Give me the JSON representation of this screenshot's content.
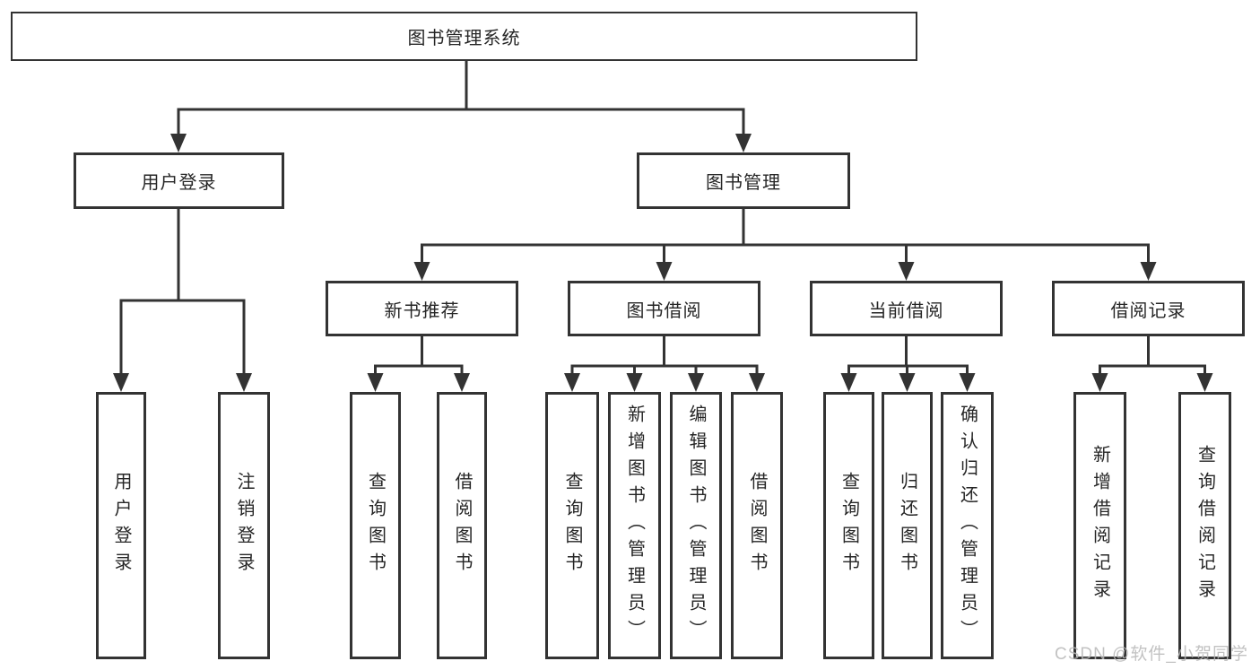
{
  "theme": {
    "line_color": "#333333",
    "text_color": "#262626",
    "background": "#ffffff",
    "watermark_color": "#b8b8b8"
  },
  "tree": {
    "label": "图书管理系统",
    "children": [
      {
        "label": "用户登录",
        "children": [
          {
            "label": "用户登录"
          },
          {
            "label": "注销登录"
          }
        ]
      },
      {
        "label": "图书管理",
        "children": [
          {
            "label": "新书推荐",
            "children": [
              {
                "label": "查询图书"
              },
              {
                "label": "借阅图书"
              }
            ]
          },
          {
            "label": "图书借阅",
            "children": [
              {
                "label": "查询图书"
              },
              {
                "label": "新增图书（管理员）"
              },
              {
                "label": "编辑图书（管理员）"
              },
              {
                "label": "借阅图书"
              }
            ]
          },
          {
            "label": "当前借阅",
            "children": [
              {
                "label": "查询图书"
              },
              {
                "label": "归还图书"
              },
              {
                "label": "确认归还（管理员）"
              }
            ]
          },
          {
            "label": "借阅记录",
            "children": [
              {
                "label": "新增借阅记录"
              },
              {
                "label": "查询借阅记录"
              }
            ]
          }
        ]
      }
    ]
  },
  "watermark": "CSDN @软件_小贺同学"
}
